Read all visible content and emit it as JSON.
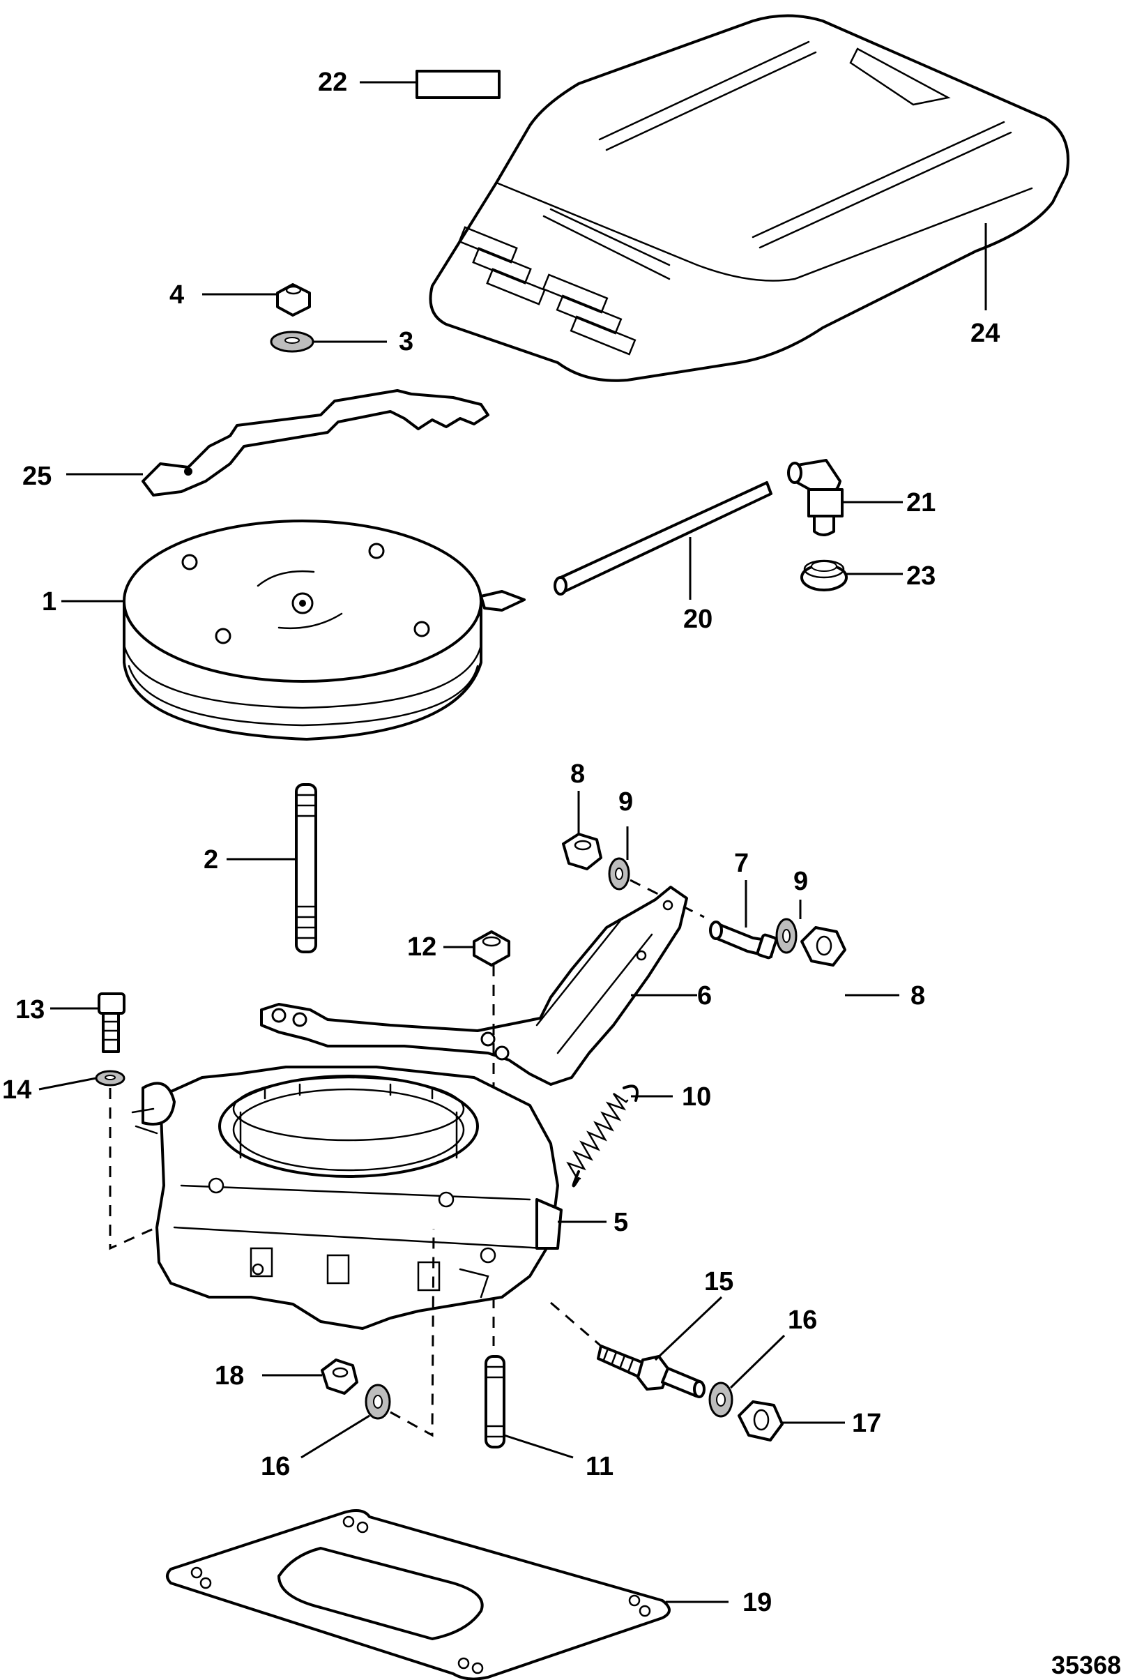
{
  "callouts": {
    "c1": "1",
    "c2": "2",
    "c3": "3",
    "c4": "4",
    "c5": "5",
    "c6": "6",
    "c7": "7",
    "c8a": "8",
    "c8b": "8",
    "c9a": "9",
    "c9b": "9",
    "c10": "10",
    "c11": "11",
    "c12": "12",
    "c13": "13",
    "c14": "14",
    "c15": "15",
    "c16a": "16",
    "c16b": "16",
    "c17": "17",
    "c18": "18",
    "c19": "19",
    "c20": "20",
    "c21": "21",
    "c22": "22",
    "c23": "23",
    "c24": "24",
    "c25": "25"
  },
  "figure_number": "35368"
}
